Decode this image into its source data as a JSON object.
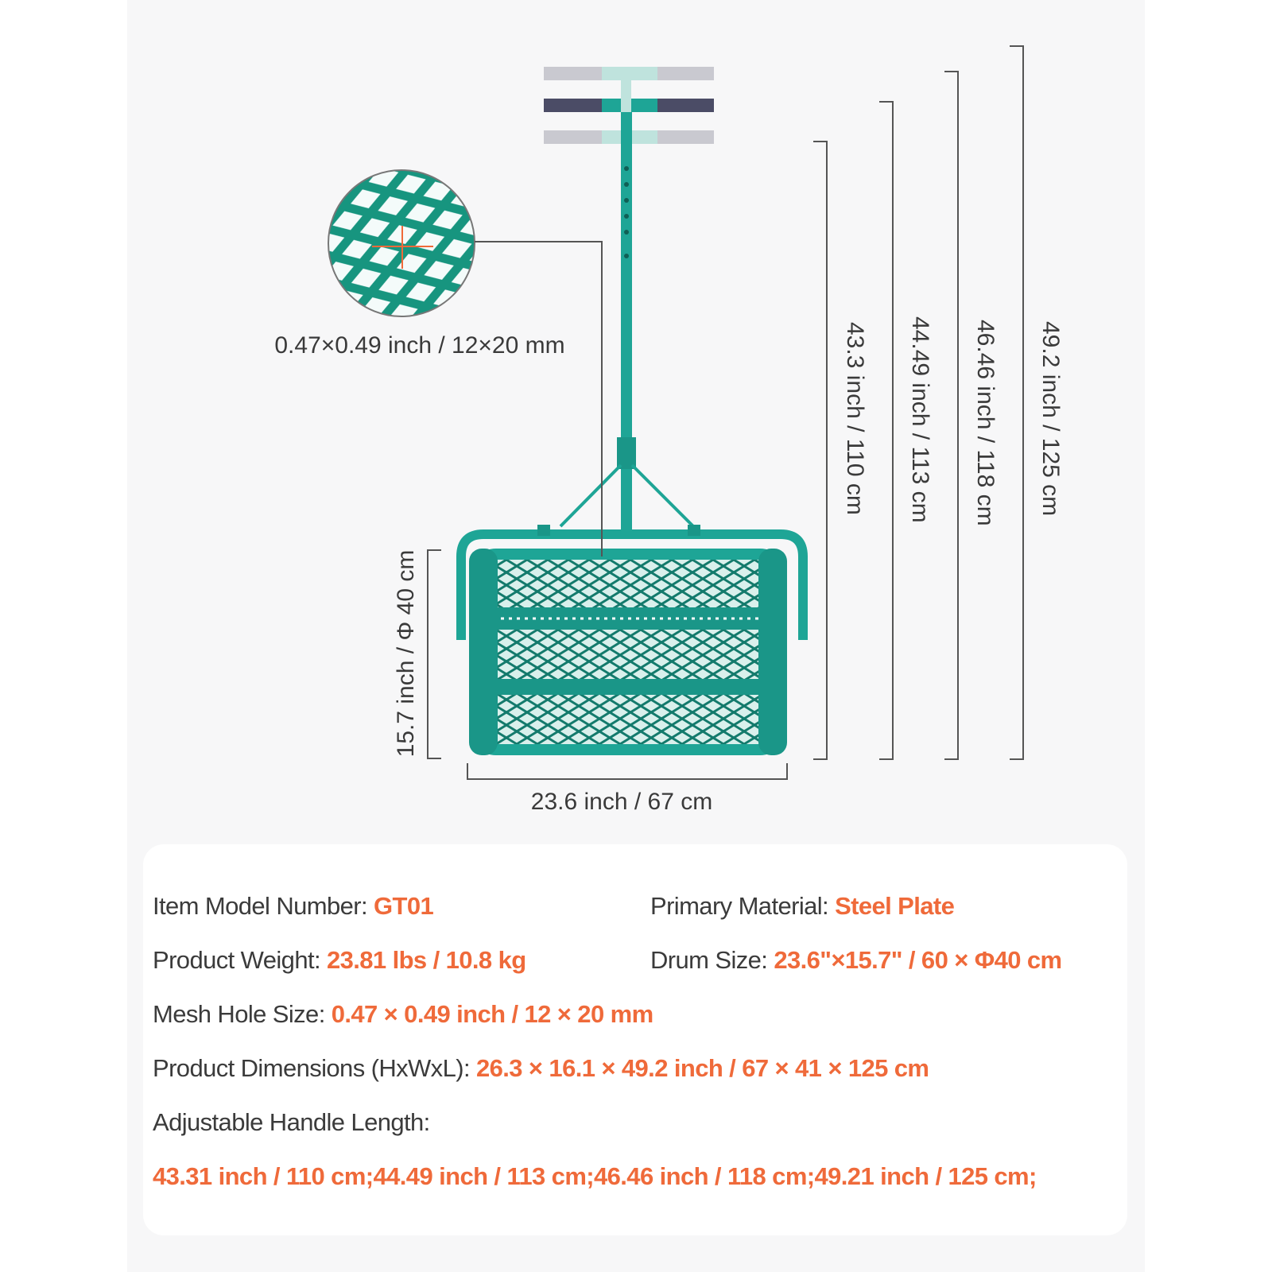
{
  "diagram": {
    "mesh_hole_label": "0.47×0.49 inch / 12×20 mm",
    "drum_height_label": "15.7 inch / Φ 40 cm",
    "drum_width_label": "23.6 inch / 67 cm",
    "handle_heights": [
      "43.3 inch / 110 cm",
      "44.49 inch / 113 cm",
      "46.46 inch / 118 cm",
      "49.2 inch / 125 cm"
    ]
  },
  "specs": {
    "model": {
      "label": "Item Model Number: ",
      "value": "GT01"
    },
    "material": {
      "label": "Primary Material: ",
      "value": "Steel Plate"
    },
    "weight": {
      "label": "Product Weight: ",
      "value": "23.81 lbs / 10.8 kg"
    },
    "drum": {
      "label": "Drum Size: ",
      "value": "23.6\"×15.7\" / 60 × Φ40 cm"
    },
    "mesh": {
      "label": "Mesh Hole Size: ",
      "value": "0.47 × 0.49 inch / 12 × 20 mm"
    },
    "dimensions": {
      "label": "Product Dimensions (HxWxL): ",
      "value": "26.3 × 16.1 × 49.2 inch / 67 × 41 × 125 cm"
    },
    "handle": {
      "label": "Adjustable Handle Length:",
      "values": "43.31 inch / 110 cm;44.49 inch / 113 cm;46.46 inch / 118 cm;49.21 inch / 125 cm;"
    }
  },
  "colors": {
    "product": "#1ea596",
    "mesh_dark": "#137a6c",
    "accent": "#ef6a3a",
    "text": "#3b3b3b"
  }
}
